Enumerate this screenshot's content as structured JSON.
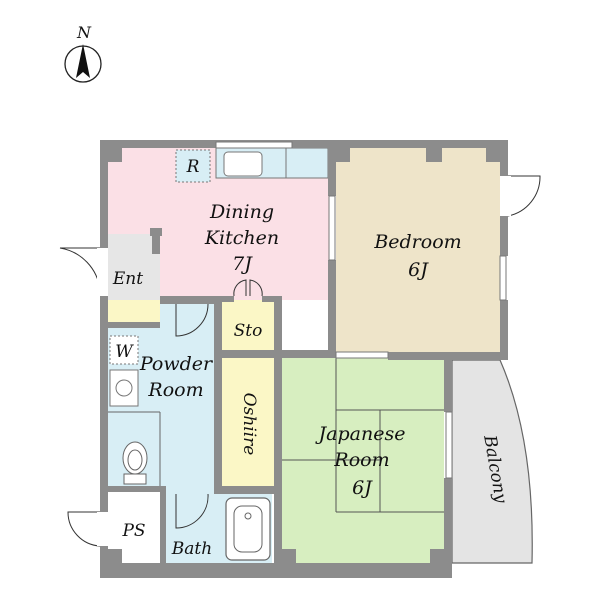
{
  "compass": {
    "letter": "N"
  },
  "rooms": {
    "dining_kitchen": {
      "line1": "Dining",
      "line2": "Kitchen",
      "size": "7J"
    },
    "bedroom": {
      "name": "Bedroom",
      "size": "6J"
    },
    "japanese_room": {
      "line1": "Japanese",
      "line2": "Room",
      "size": "6J"
    },
    "entrance": {
      "name": "Ent"
    },
    "powder_room": {
      "line1": "Powder",
      "line2": "Room"
    },
    "storage": {
      "name": "Sto"
    },
    "oshiire": {
      "name": "Oshiire"
    },
    "balcony": {
      "name": "Balcony"
    },
    "bath": {
      "name": "Bath"
    },
    "pipe_space": {
      "name": "PS"
    }
  },
  "fixtures": {
    "refrigerator": "R",
    "washer": "W"
  },
  "colors": {
    "kitchen": "#fbe0e6",
    "bedroom": "#eee4c9",
    "japanese_room": "#d7eec0",
    "wet_area": "#d8eef5",
    "closet": "#fbf7c6",
    "entrance": "#e6e6e6",
    "balcony": "#e4e4e4",
    "wall": "#8c8c8c"
  }
}
